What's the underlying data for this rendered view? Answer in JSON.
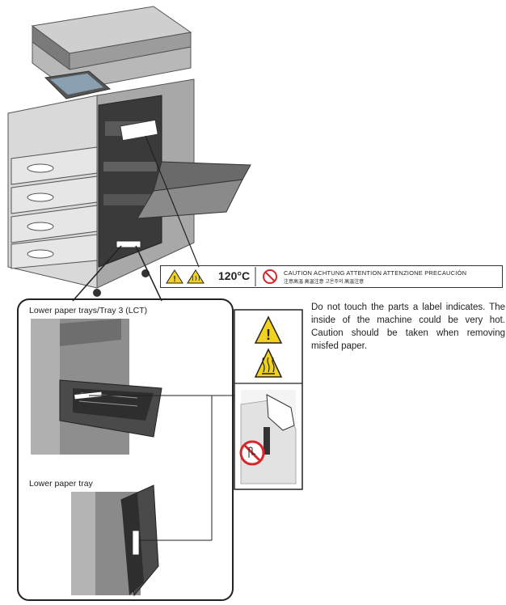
{
  "label": {
    "temperature": "120°C",
    "caution_line": "CAUTION  ACHTUNG  ATTENTION  ATTENZIONE  PRECAUCIÓN",
    "caution_line_cjk": "注意高温  高温注意  고온주의  高温注意"
  },
  "panels": {
    "lct_title": "Lower paper trays/Tray 3 (LCT)",
    "lower_title": "Lower paper tray"
  },
  "note": "Do not touch the parts a label indicates. The inside of the machine could be very hot. Caution should be taken when removing misfed paper.",
  "icons": [
    "warning-triangle-icon",
    "hot-surface-icon",
    "no-touch-icon"
  ],
  "colors": {
    "warning_yellow": "#f2d21c",
    "prohibit_red": "#d9262b",
    "machine_gray": "#9a9a9a"
  }
}
